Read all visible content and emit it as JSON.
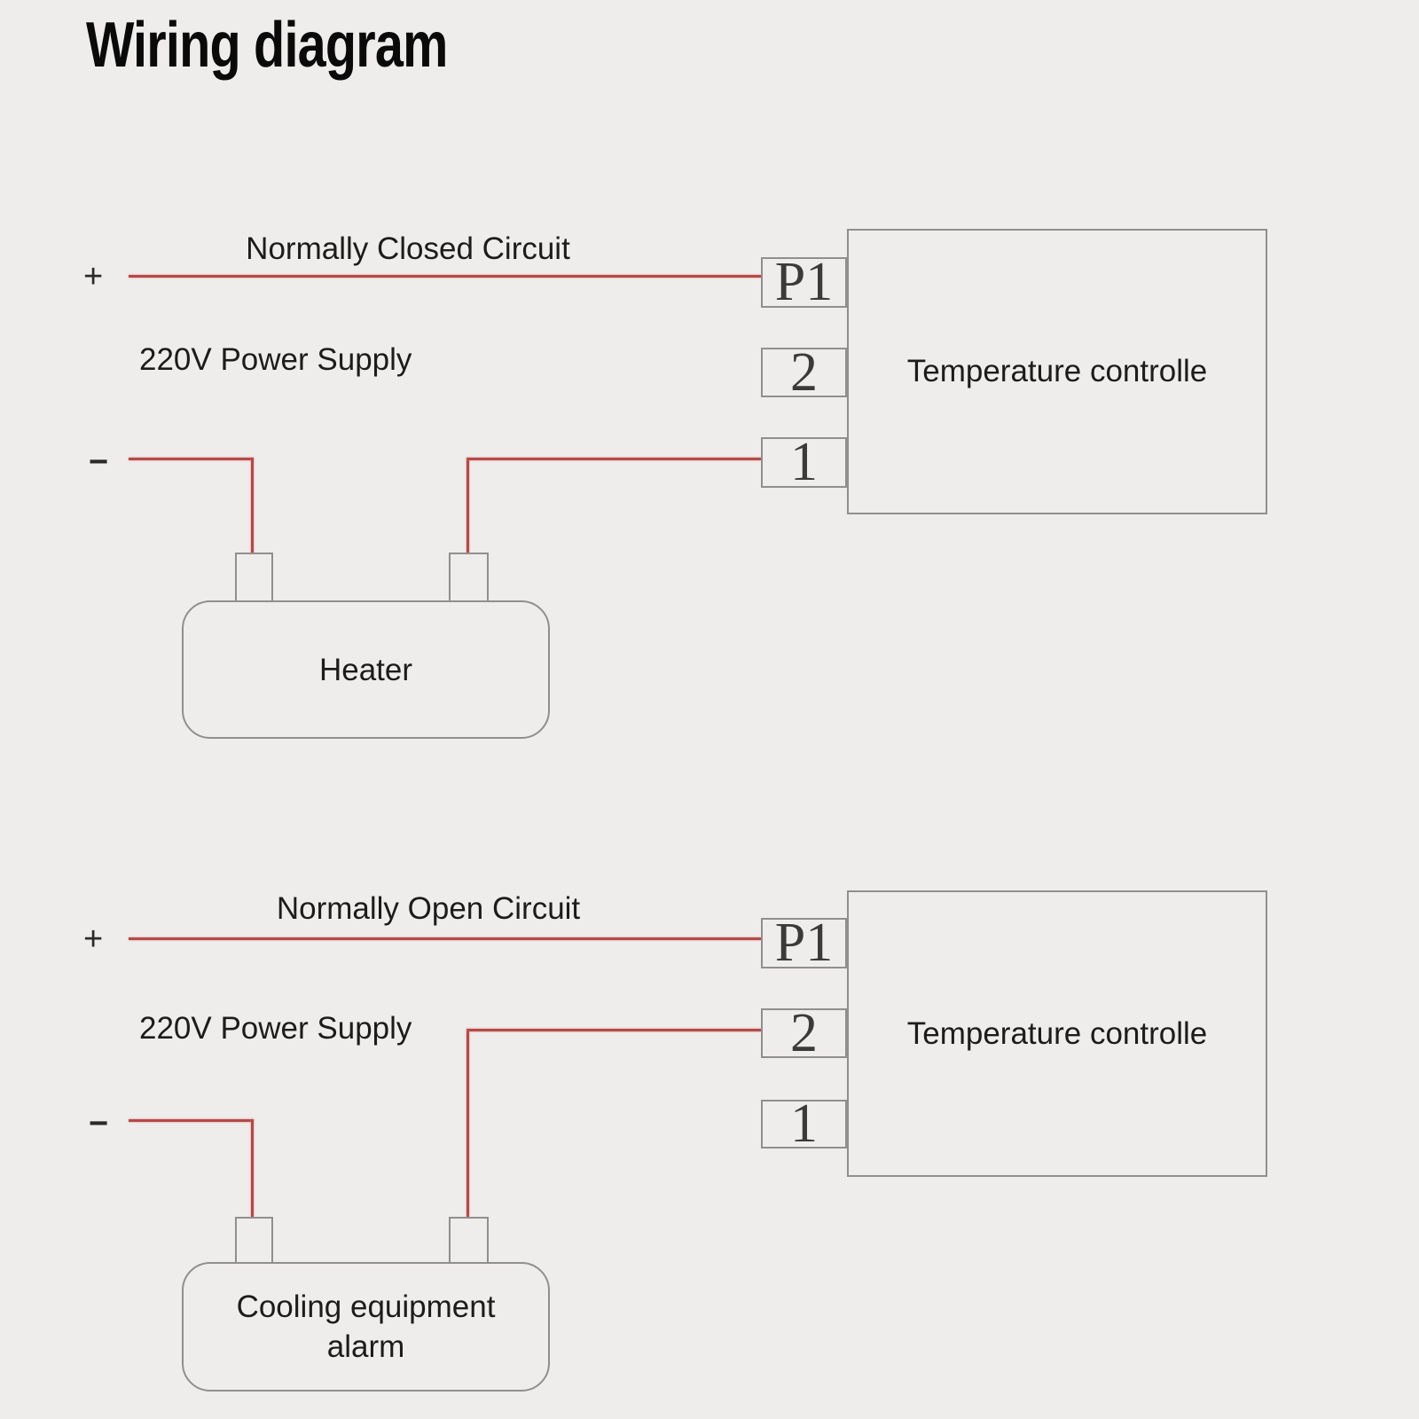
{
  "page": {
    "title": "Wiring diagram"
  },
  "colors": {
    "background": "#efedec",
    "wire": "#b44a46",
    "box_border": "#8f8f8f",
    "text": "#1c1c1c"
  },
  "diagrams": [
    {
      "id": "normally-closed",
      "circuit_label": "Normally Closed Circuit",
      "power_label": "220V Power Supply",
      "plus_symbol": "+",
      "minus_symbol": "−",
      "load_label_lines": [
        "Heater"
      ],
      "controller_label": "Temperature controlle",
      "terminals": [
        "P1",
        "2",
        "1"
      ]
    },
    {
      "id": "normally-open",
      "circuit_label": "Normally Open Circuit",
      "power_label": "220V Power Supply",
      "plus_symbol": "+",
      "minus_symbol": "−",
      "load_label_lines": [
        "Cooling equipment",
        "alarm"
      ],
      "controller_label": "Temperature controlle",
      "terminals": [
        "P1",
        "2",
        "1"
      ]
    }
  ]
}
